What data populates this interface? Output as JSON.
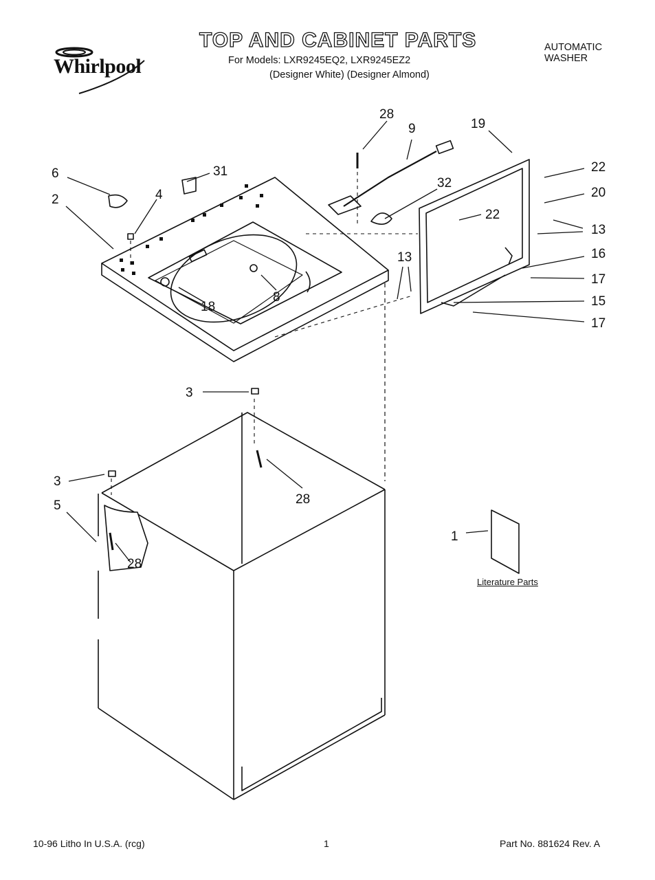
{
  "header": {
    "brand": "Whirlpool",
    "title": "TOP AND CABINET PARTS",
    "models": "For Models: LXR9245EQ2, LXR9245EZ2",
    "designer": "(Designer White) (Designer Almond)",
    "product_line1": "AUTOMATIC",
    "product_line2": "WASHER"
  },
  "callouts": {
    "c28a": "28",
    "c9": "9",
    "c19": "19",
    "c6": "6",
    "c31": "31",
    "c2": "2",
    "c4": "4",
    "c32": "32",
    "c22a": "22",
    "c20": "20",
    "c22b": "22",
    "c13a": "13",
    "c13b": "13",
    "c16": "16",
    "c17a": "17",
    "c15": "15",
    "c17b": "17",
    "c18": "18",
    "c8": "8",
    "c3a": "3",
    "c28b": "28",
    "c3b": "3",
    "c5": "5",
    "c28c": "28",
    "c1": "1"
  },
  "literature_label": "Literature Parts",
  "footer": {
    "left": "10-96 Litho In U.S.A. (rcg)",
    "page": "1",
    "part_no": "Part No. 881624 Rev. A"
  }
}
